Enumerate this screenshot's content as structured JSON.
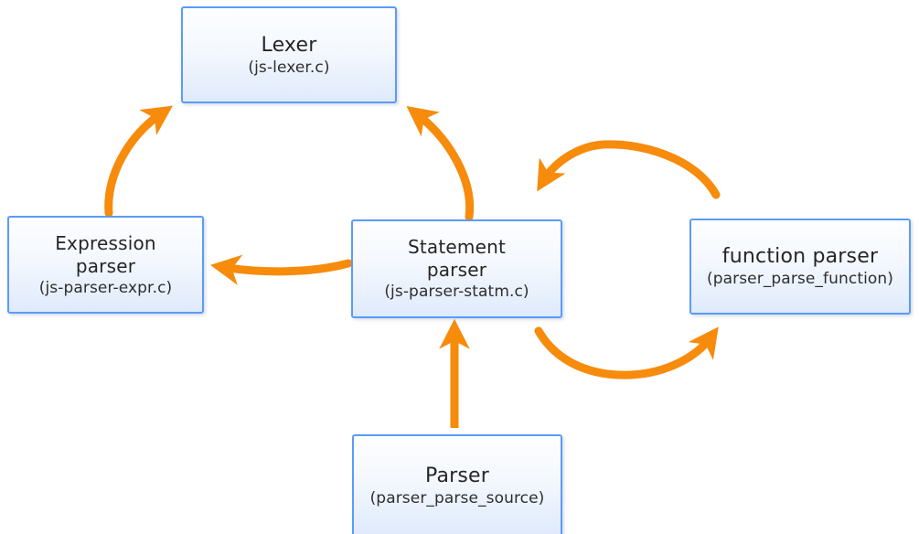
{
  "diagram": {
    "title_semantics": "javascript-parser-architecture",
    "accent_arrow_color": "#F78B0B",
    "node_border_color": "#5B9BF8",
    "background_color": "#FFFFFF",
    "nodes": [
      {
        "id": "lexer",
        "title": "Lexer",
        "subtitle": "(js-lexer.c)"
      },
      {
        "id": "expression",
        "title": "Expression parser",
        "title_line1": "Expression",
        "title_line2": "parser",
        "subtitle": "(js-parser-expr.c)"
      },
      {
        "id": "statement",
        "title": "Statement parser",
        "title_line1": "Statement",
        "title_line2": "parser",
        "subtitle": "(js-parser-statm.c)"
      },
      {
        "id": "function",
        "title": "function parser",
        "subtitle": "(parser_parse_function)"
      },
      {
        "id": "parser",
        "title": "Parser",
        "subtitle": "(parser_parse_source)"
      }
    ],
    "edges": [
      {
        "id": "expression-to-lexer",
        "from": "expression",
        "to": "lexer",
        "style": "curved"
      },
      {
        "id": "statement-to-lexer",
        "from": "statement",
        "to": "lexer",
        "style": "curved"
      },
      {
        "id": "statement-to-expression",
        "from": "statement",
        "to": "expression",
        "style": "curved"
      },
      {
        "id": "function-to-statement",
        "from": "function",
        "to": "statement",
        "style": "arc-over"
      },
      {
        "id": "statement-to-function",
        "from": "statement",
        "to": "function",
        "style": "arc-under"
      },
      {
        "id": "parser-to-statement",
        "from": "parser",
        "to": "statement",
        "style": "straight"
      }
    ]
  }
}
